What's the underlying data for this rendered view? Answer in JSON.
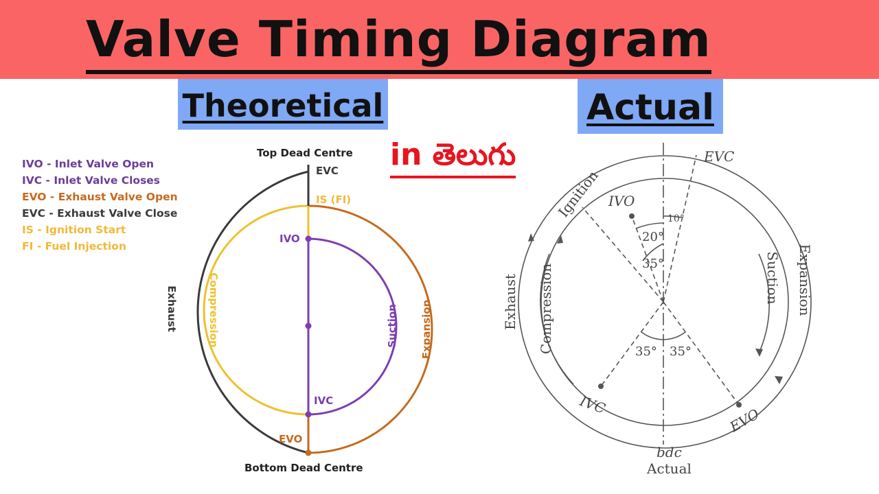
{
  "header": {
    "title": "Valve Timing Diagram",
    "theoretical_label": "Theoretical",
    "actual_label": "Actual",
    "telugu_label": "in తెలుగు"
  },
  "legend": [
    {
      "text": "IVO -  Inlet Valve Open",
      "color": "#6a3d9a"
    },
    {
      "text": "IVC - Inlet Valve Closes",
      "color": "#6a3d9a"
    },
    {
      "text": "EVO - Exhaust Valve Open",
      "color": "#c56a1e"
    },
    {
      "text": "EVC - Exhaust Valve Close",
      "color": "#3a3a3a"
    },
    {
      "text": "IS - Ignition Start",
      "color": "#f0b93a"
    },
    {
      "text": "FI - Fuel Injection",
      "color": "#f0b93a"
    }
  ],
  "theoretical": {
    "top_label": "Top Dead Centre",
    "bottom_label": "Bottom Dead Centre",
    "evc": "EVC",
    "is_fi": "IS (FI)",
    "ivo": "IVO",
    "ivc": "IVC",
    "evo": "EVO",
    "exhaust": "Exhaust",
    "compression": "Compression",
    "suction": "Suction",
    "expansion": "Expansion",
    "colors": {
      "exhaust": "#3a3a3a",
      "compression": "#f0c030",
      "suction": "#7b3fb0",
      "expansion": "#c56a1e"
    }
  },
  "actual": {
    "evc": "EVC",
    "ignition": "Ignition",
    "ivo": "IVO",
    "ivc": "IVC",
    "evo": "EVO",
    "angle_10": "10°",
    "angle_20": "20°",
    "angle_35_top": "35°",
    "angle_35_left": "35°",
    "angle_35_right": "35°",
    "exhaust": "Exhaust",
    "compression": "Compression",
    "suction": "Suction",
    "expansion": "Expansion",
    "bdc": "bdc",
    "caption": "Actual"
  }
}
